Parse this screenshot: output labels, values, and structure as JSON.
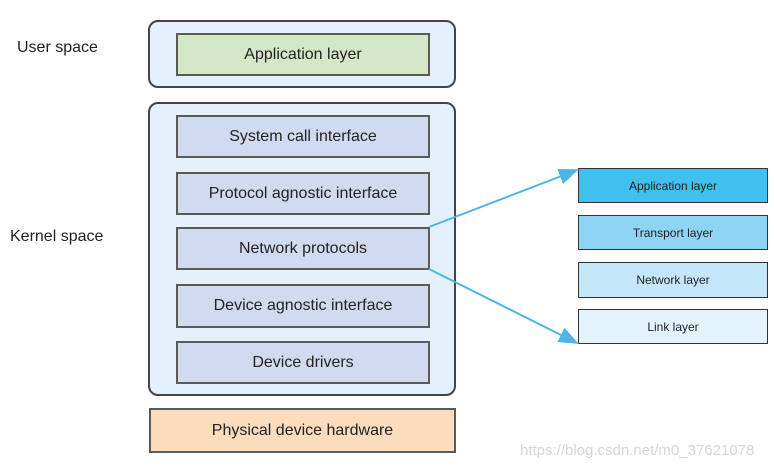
{
  "labels": {
    "user_space": "User space",
    "kernel_space": "Kernel space"
  },
  "user_space": {
    "application": "Application layer"
  },
  "kernel_layers": [
    "System call interface",
    "Protocol agnostic interface",
    "Network protocols",
    "Device agnostic interface",
    "Device drivers"
  ],
  "hardware": "Physical device hardware",
  "network_stack": [
    "Application layer",
    "Transport layer",
    "Network layer",
    "Link layer"
  ],
  "colors": {
    "app": "#d4e8c8",
    "kernel": "#d0dbf0",
    "hardware": "#fbdcbd",
    "arrow": "#4fb5e6",
    "stack": [
      "#3fc0ef",
      "#8ed4f4",
      "#c3e6f8",
      "#e2f3fc"
    ]
  },
  "watermark": "https://blog.csdn.net/m0_37621078"
}
